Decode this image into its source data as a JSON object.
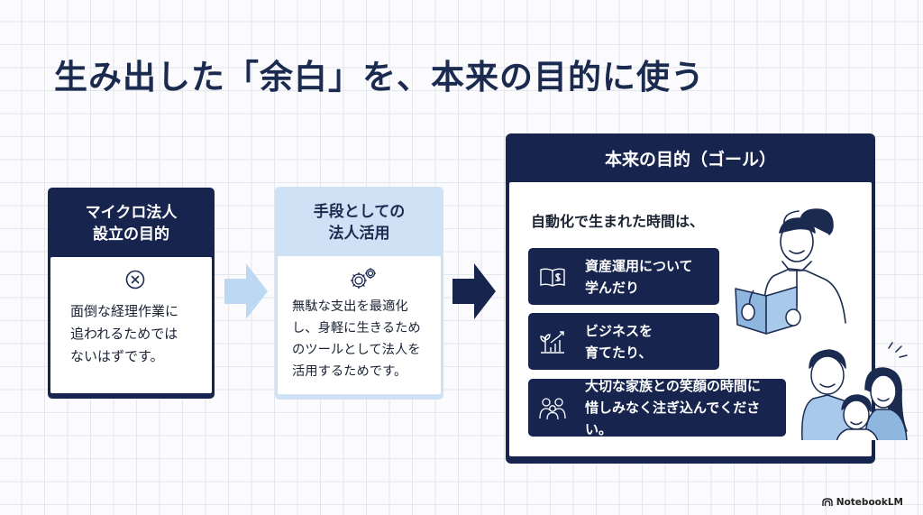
{
  "title": "生み出した「余白」を、本来の目的に使う",
  "card_incorporation": {
    "heading": "マイクロ法人\n設立の目的",
    "icon": "x-circle-icon",
    "text": "面倒な経理作業に\n追われるためでは\nないはずです。"
  },
  "card_means": {
    "heading": "手段としての\n法人活用",
    "icon": "gears-icon",
    "text": "無駄な支出を最適化\nし、身軽に生きるため\nのツールとして法人を\n活用するためです。"
  },
  "card_goal": {
    "heading": "本来の目的（ゴール）",
    "intro": "自動化で生まれた時間は、",
    "items": [
      {
        "icon": "book-dollar-icon",
        "text": "資産運用について\n学んだり"
      },
      {
        "icon": "plant-growth-icon",
        "text": "ビジネスを\n育てたり、"
      },
      {
        "icon": "family-icon",
        "text": "大切な家族との笑顔の時間に\n惜しみなく注ぎ込んでください。"
      }
    ]
  },
  "brand": "NotebookLM",
  "colors": {
    "navy": "#16244e",
    "light_blue": "#cfe2f5",
    "arrow_light": "#bcd8f3"
  }
}
